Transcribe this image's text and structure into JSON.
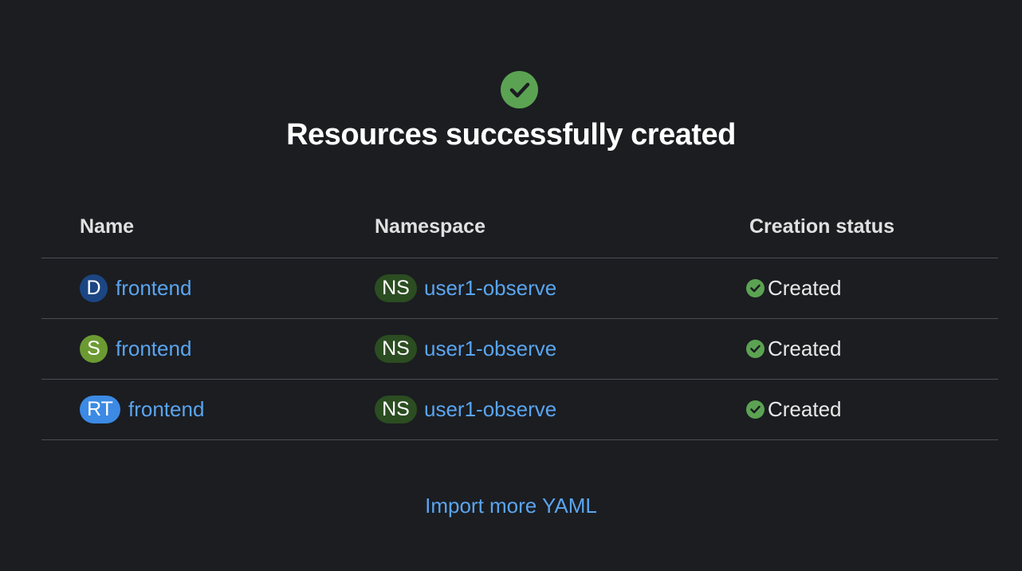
{
  "header": {
    "icon": "check-circle-icon",
    "title": "Resources successfully created",
    "success_color": "#5ba352"
  },
  "table": {
    "columns": [
      "Name",
      "Namespace",
      "Creation status"
    ],
    "rows": [
      {
        "kind_badge": "D",
        "kind_color": "#1c4683",
        "name": "frontend",
        "namespace_badge": "NS",
        "namespace": "user1-observe",
        "status": "Created",
        "status_icon": "check-circle-icon"
      },
      {
        "kind_badge": "S",
        "kind_color": "#6c9a32",
        "name": "frontend",
        "namespace_badge": "NS",
        "namespace": "user1-observe",
        "status": "Created",
        "status_icon": "check-circle-icon"
      },
      {
        "kind_badge": "RT",
        "kind_color": "#3c8ae4",
        "name": "frontend",
        "namespace_badge": "NS",
        "namespace": "user1-observe",
        "status": "Created",
        "status_icon": "check-circle-icon"
      }
    ]
  },
  "footer": {
    "import_more_label": "Import more YAML"
  },
  "colors": {
    "background": "#1b1d21",
    "link": "#5aa5f0",
    "namespace_badge": "#2b4d21"
  }
}
